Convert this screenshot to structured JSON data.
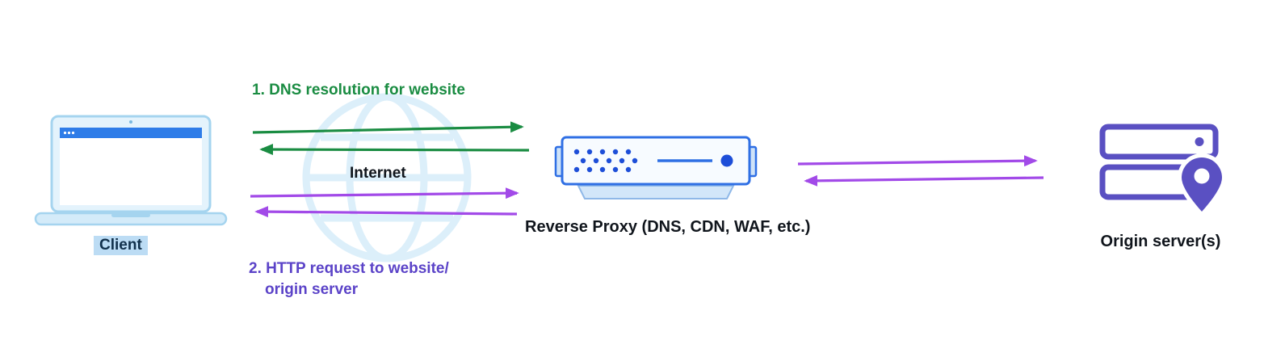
{
  "diagram": {
    "client_label": "Client",
    "internet_label": "Internet",
    "step1_label": "1. DNS resolution for website",
    "step2_line1": "2. HTTP request to website/",
    "step2_line2": "origin server",
    "reverse_proxy_label": "Reverse Proxy (DNS, CDN, WAF, etc.)",
    "origin_label": "Origin server(s)"
  },
  "icons": {
    "client": "laptop-icon",
    "network": "globe-icon",
    "middle": "reverse-proxy-server-icon",
    "right": "origin-servers-with-location-pin-icon"
  },
  "arrows": [
    {
      "name": "dns-request-arrow",
      "from": "client",
      "to": "reverse-proxy",
      "direction": "right",
      "color": "green"
    },
    {
      "name": "dns-response-arrow",
      "from": "reverse-proxy",
      "to": "client",
      "direction": "left",
      "color": "green"
    },
    {
      "name": "http-request-arrow",
      "from": "client",
      "to": "reverse-proxy",
      "direction": "right",
      "color": "purple"
    },
    {
      "name": "http-response-arrow",
      "from": "reverse-proxy",
      "to": "client",
      "direction": "left",
      "color": "purple"
    },
    {
      "name": "proxy-to-origin-arrow",
      "from": "reverse-proxy",
      "to": "origin-servers",
      "direction": "right",
      "color": "purple"
    },
    {
      "name": "origin-to-proxy-arrow",
      "from": "origin-servers",
      "to": "reverse-proxy",
      "direction": "left",
      "color": "purple"
    }
  ],
  "colors": {
    "green": "#1a8c42",
    "purple_arrow": "#a24ae8",
    "purple_text": "#5b43c8",
    "proxy_blue": "#2f6fe4",
    "proxy_dark": "#1d4ed8",
    "laptop_line": "#a5d4ef",
    "laptop_fill": "#e4f3fc",
    "laptop_bar": "#2e7ce8",
    "highlight": "#bcdcf4",
    "origin_purple": "#5a50c2",
    "globe": "#dceffa",
    "text_dark": "#10151c"
  }
}
